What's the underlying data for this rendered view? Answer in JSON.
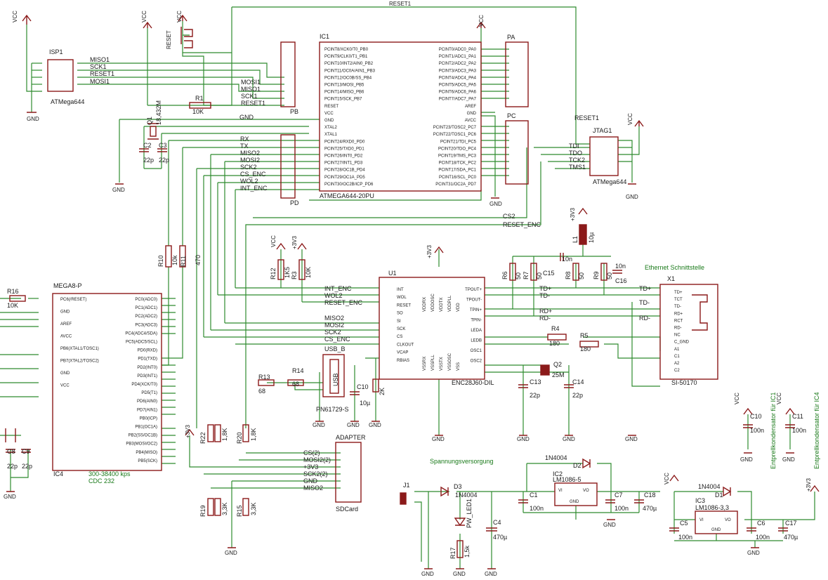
{
  "labels": {
    "reset1_top": "RESET1",
    "vcc_1": "VCC",
    "vcc_2": "VCC",
    "vcc_3": "VCC",
    "vcc_4": "VCC",
    "vcc_5": "VCC",
    "vcc_6": "VCC",
    "vcc_7": "VCC",
    "vcc_8": "VCC",
    "vcc_9": "VCC",
    "v3v3_1": "+3V3",
    "v3v3_2": "+3V3",
    "v3v3_3": "+3V3",
    "v3v3_4": "+3V3",
    "v3v3_5": "+3V3",
    "gnd": "GND",
    "isp_name": "ISP1",
    "isp_value": "ATMega644",
    "isp_miso": "MISO1",
    "isp_sck": "SCK1",
    "isp_reset": "RESET1",
    "isp_mosi": "MOSI1",
    "reset_btn": "RESET",
    "ic1_name": "IC1",
    "ic1_value": "ATMEGA644-20PU",
    "r1": "R1",
    "r1_val": "10K",
    "q1": "Q1",
    "q1_val": "18,432M",
    "c2": "C2",
    "c3": "C3",
    "c22p": "22p",
    "pb": "PB",
    "pd": "PD",
    "pa": "PA",
    "pc": "PC",
    "pb_mosi": "MOSI1",
    "pb_miso": "MISO1",
    "pb_sck": "SCK1",
    "pb_reset": "RESET1",
    "pd_rx": "RX",
    "pd_tx": "TX",
    "pd_miso": "MISO2",
    "pd_mosi": "MOSI2",
    "pd_sck": "SCK2",
    "pd_cs": "CS_ENC",
    "pd_wol": "WOL2",
    "pd_int": "INT_ENC",
    "gnd_net": "GND",
    "ic1_left": [
      "PCINT8/XCK0/T0_PB0",
      "PCINT9/CLK0/T1_PB1",
      "PCINT10/INT2/AIN0_PB2",
      "PCINT11/OC0A/AIN1_PB3",
      "PCINT12/OC0B/SS_PB4",
      "PCINT13/MOSI_PB5",
      "PCINT14/MISO_PB6",
      "PCINT15/SCK_PB7",
      "RESET",
      "VCC",
      "GND",
      "XTAL2",
      "XTAL1",
      "PCINT24/RXD0_PD0",
      "PCINT25/TXD0_PD1",
      "PCINT26/INT0_PD2",
      "PCINT27/INT1_PD3",
      "PCINT28/OC1B_PD4",
      "PCINT29/OC1A_PD5",
      "PCINT30/OC2B/ICP_PD6"
    ],
    "ic1_right": [
      "PCINT0/ADC0_PA0",
      "PCINT1/ADC1_PA1",
      "PCINT2/ADC2_PA2",
      "PCINT3/ADC3_PA3",
      "PCINT4/ADC4_PA4",
      "PCINT5/ADC5_PA5",
      "PCINT6/ADC6_PA6",
      "PCINT7/ADC7_PA7",
      "AREF",
      "GND",
      "AVCC",
      "PCINT23/TOSC2_PC7",
      "PCINT22/TOSC1_PC6",
      "PCINT21/TDI_PC5",
      "PCINT20/TDO_PC4",
      "PCINT19/TMS_PC3",
      "PCINT18/TCK_PC2",
      "PCINT17/SDA_PC1",
      "PCINT16/SCL_PC0",
      "PCINT31/OC2A_PD7"
    ],
    "jtag": "JTAG1",
    "jtag_val": "ATMega644",
    "jtag_reset": "RESET1",
    "tdi": "TDI",
    "tdo": "TDO",
    "tck": "TCK2",
    "tms": "TMS1",
    "cs2": "CS2",
    "reset_enc": "RESET_ENC",
    "l1": "L1",
    "l1_val": "10µ",
    "r10": "R10",
    "r10v": "10k",
    "r11": "R11",
    "r11v": "470",
    "r12": "R12",
    "r12v": "1K5",
    "r3": "R3",
    "r3v": "10K",
    "r6": "R6",
    "r7": "R7",
    "r8": "R8",
    "r9": "R9",
    "r50": "50",
    "c10n": "10n",
    "c15": "C15",
    "c16": "C16",
    "eth": "Ethernet Schnittstelle",
    "u1": "U1",
    "u1_val": "ENC28J60-DIL",
    "u1_left": [
      "INT",
      "WOL",
      "RESET",
      "SO",
      "SI",
      "SCK",
      "CS",
      "CLKOUT",
      "VCAP",
      "RBIAS"
    ],
    "u1_right": [
      "TPOUT+",
      "TPOUT-",
      "TPIN+",
      "TPIN-",
      "LEDA",
      "LEDB",
      "OSC1",
      "OSC2"
    ],
    "u1_net_int": "INT_ENC",
    "u1_net_wol": "WOL2",
    "u1_net_reset": "RESET_ENC",
    "u1_net_miso": "MISO2",
    "u1_net_mosi": "MOSI2",
    "u1_net_sck": "SCK2",
    "u1_net_cs": "CS_ENC",
    "td_p": "TD+",
    "td_m": "TD-",
    "rd_p": "RD+",
    "rd_m": "RD-",
    "x1": "X1",
    "x1_val": "SI-50170",
    "x1_pins": [
      "TD+",
      "TCT",
      "TD-",
      "RD+",
      "RCT",
      "RD-",
      "NC",
      "C_GND",
      "A1",
      "C1",
      "A2",
      "C2"
    ],
    "r4": "R4",
    "r4v": "180",
    "r5": "R5",
    "r5v": "180",
    "q2": "Q2",
    "q2v": "25M",
    "c13": "C13",
    "c14": "C14",
    "r16": "R16",
    "r16v": "10K",
    "ic4": "MEGA8-P",
    "ic4_name": "IC4",
    "ic4_left": [
      "PC6(/RESET)",
      "GND",
      "AREF",
      "AVCC",
      "PB6(XTAL1/TOSC1)",
      "PB7(XTAL2/TOSC2)",
      "GND",
      "VCC"
    ],
    "ic4_right": [
      "PC0(ADC0)",
      "PC1(ADC1)",
      "PC2(ADC2)",
      "PC3(ADC3)",
      "PC4(ADC4/SDA)",
      "PC5(ADC5/SCL)",
      "PD0(RXD)",
      "PD1(TXD)",
      "PD2(INT0)",
      "PD3(INT1)",
      "PD4(XCK/T0)",
      "PD5(T1)",
      "PD6(AIN0)",
      "PD7(AIN1)",
      "PB0(ICP)",
      "PB1(OC1A)",
      "PB2(SS/OC1B)",
      "PB3(MOSI/OC2)",
      "PB4(MISO)",
      "PB5(SCK)"
    ],
    "baud": "300-38400 kps",
    "cdc": "CDC 232",
    "c8": "C8",
    "c9": "C9",
    "usb_b": "USB_B",
    "usb": "USB",
    "usb_val": "PN61729-S",
    "r13": "R13",
    "r14": "R14",
    "r68": "68",
    "c10u": "C10",
    "c10u_v": "10µ",
    "r2k": "2K",
    "r22": "R22",
    "r19": "R19",
    "r20": "R20",
    "r15": "R15",
    "r1k8": "1,8K",
    "r3k3": "3,3K",
    "adapter": "ADAPTER",
    "sdcard": "SDCard",
    "ad_nets": [
      "CS(2)",
      "MOSI2(2)",
      "+3V3",
      "SCK2(2)",
      "GND",
      "MISO2"
    ],
    "supply": "Spannungsversorgung",
    "j1": "J1",
    "d3": "D3",
    "d3v": "1N4004",
    "led1": "PW_LED1",
    "r17": "R17",
    "r17v": "1,5k",
    "c4": "C4",
    "c4v": "470µ",
    "d2": "D2",
    "d2v": "1N4004",
    "ic2": "IC2",
    "ic2v": "LM1086-5",
    "c1": "C1",
    "c7": "C7",
    "c18": "C18",
    "c100n": "100n",
    "c470u": "470µ",
    "d1": "D1",
    "d1v": "1N4004",
    "ic3": "IC3",
    "ic3v": "LM1086-3,3",
    "c5": "C5",
    "c6": "C6",
    "c17": "C17",
    "vi": "VI",
    "vo": "VO",
    "c10b": "C10",
    "c11": "C11",
    "entprell1": "Entprellkondensator für IC1",
    "entprell4": "Entprellkondensator für IC4",
    "u1_pins_top": [
      "VDDRX",
      "VDDOSC",
      "VDDTX",
      "VDDPLL",
      "VDD"
    ],
    "u1_pins_bot": [
      "VSSRX",
      "VSSPLL",
      "VSSTX",
      "VSSOSC",
      "VSS"
    ]
  }
}
